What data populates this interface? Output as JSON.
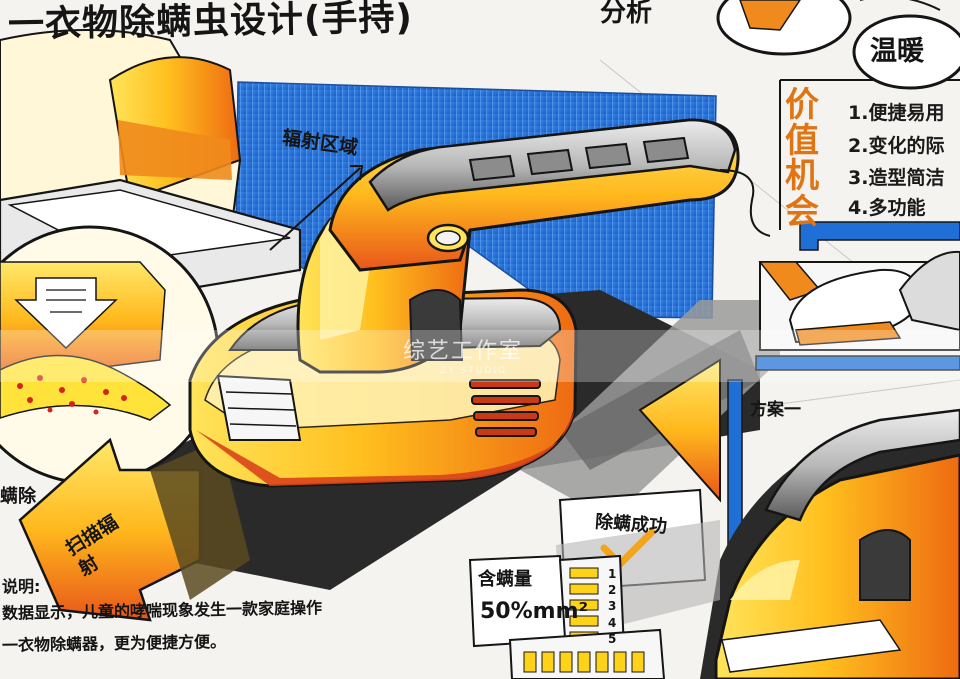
{
  "title": "一衣物除螨虫设计(手持)",
  "title_tail": "分析",
  "badge_warm": "温暖",
  "value_opportunity": {
    "heading": "价值机会",
    "items": [
      "1.便捷易用",
      "2.变化的际",
      "3.造型简洁",
      "4.多功能"
    ]
  },
  "annotations": {
    "radiation_zone": "辐射区域",
    "scheme_one": "方案一",
    "mite_removal": "螨除",
    "scan_radiation": "扫描辐射",
    "success": "除螨成功",
    "content_label": "含螨量",
    "content_value": "50%mm²",
    "meter_ticks": "1 2 3 4 5"
  },
  "explanation": {
    "title": "说明:",
    "lines": [
      "数据显示，儿童的哮喘现象发生一款家庭操作",
      "一衣物除螨器，更为便捷方便。"
    ]
  },
  "watermark": {
    "name": "综艺工作室",
    "sub": "ZY STUDIO"
  },
  "colors": {
    "background": "#f4f3ef",
    "body_yellow": "#ffd21a",
    "body_orange": "#f08a1c",
    "accent_red": "#e0481c",
    "panel_blue": "#1f6fd6",
    "gray_dark": "#3a3a3a",
    "gray_light": "#c8c8c8",
    "ink": "#151515"
  },
  "icons": [
    "grip-handle",
    "mite-dots",
    "check-mark-icon",
    "arrow-icon"
  ]
}
